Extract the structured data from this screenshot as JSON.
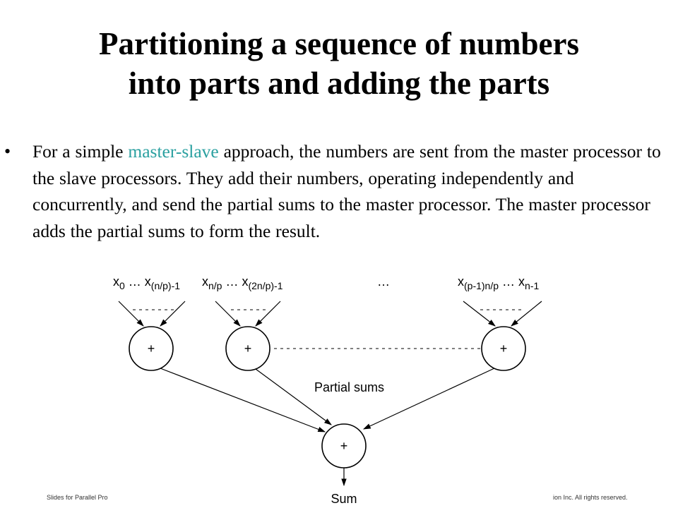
{
  "slide": {
    "title_line1": "Partitioning a sequence of numbers",
    "title_line2": "into parts and adding the parts",
    "bullet": {
      "pre": "For a simple ",
      "highlight": "master-slave",
      "post": " approach, the numbers are sent from the master processor to the slave processors. They add their numbers, operating independently and concurrently, and send the partial sums to the master processor. The master processor adds the partial sums to form the result."
    },
    "highlight_color": "#2aa0a0"
  },
  "diagram": {
    "group1": {
      "base_a": "x",
      "sub_a": "0",
      "dots": "…",
      "base_b": "x",
      "sub_b": "(n/p)-1"
    },
    "group2": {
      "base_a": "x",
      "sub_a": "n/p",
      "dots": "…",
      "base_b": "x",
      "sub_b": "(2n/p)-1"
    },
    "middle_ellipsis": "…",
    "group3": {
      "base_a": "x",
      "sub_a": "(p-1)n/p",
      "dots": "…",
      "base_b": "x",
      "sub_b": "n-1"
    },
    "plus_symbol": "+",
    "partial_sums_label": "Partial sums",
    "sum_label": "Sum"
  },
  "footer": {
    "left": "Slides for Parallel Pro",
    "right": "ion Inc. All rights reserved."
  }
}
